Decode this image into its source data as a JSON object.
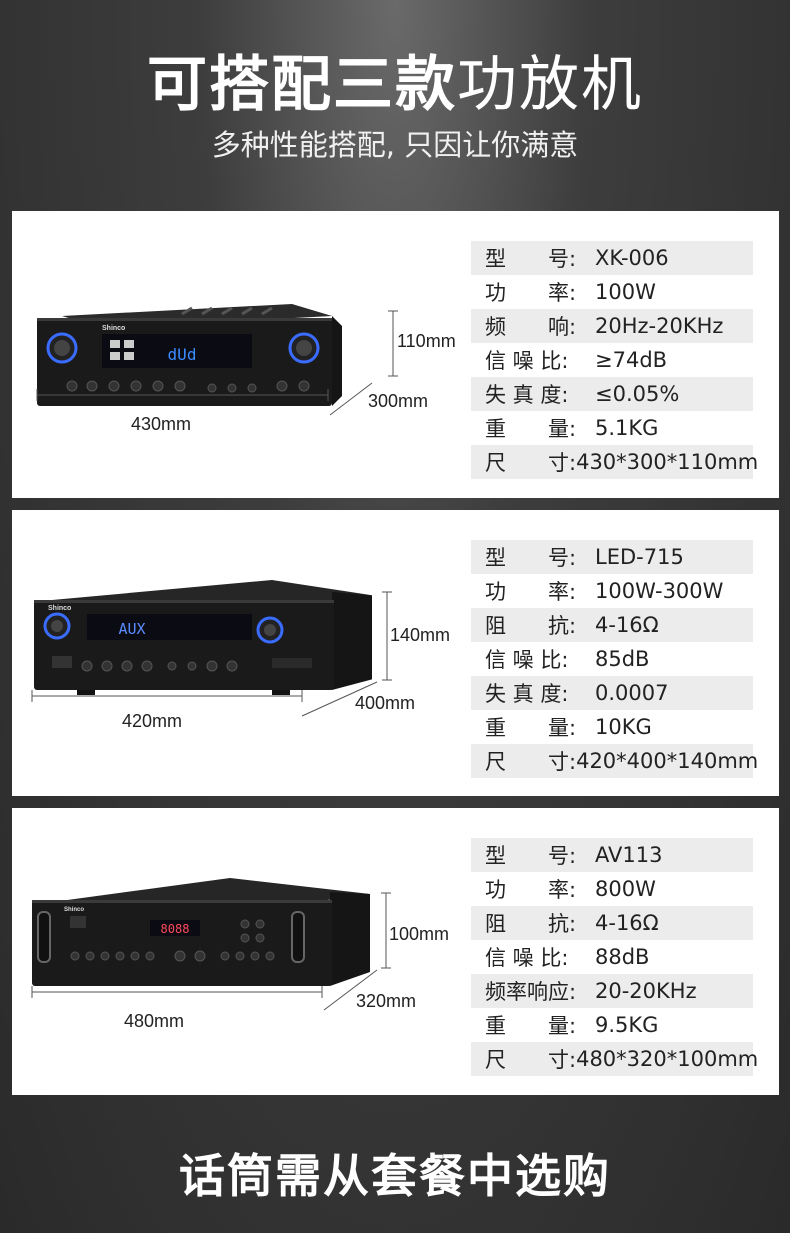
{
  "header": {
    "title_bold": "可搭配三款",
    "title_light": "功放机",
    "subtitle": "多种性能搭配, 只因让你满意"
  },
  "products": [
    {
      "brand": "Shinco",
      "display": "dUd",
      "dims": {
        "height": "110mm",
        "depth": "300mm",
        "width": "430mm"
      },
      "specs": [
        {
          "label": "型　　号:",
          "value": "XK-006"
        },
        {
          "label": "功　　率:",
          "value": "100W"
        },
        {
          "label": "频　　响:",
          "value": "20Hz-20KHz"
        },
        {
          "label": "信 噪 比:",
          "value": "≥74dB"
        },
        {
          "label": "失 真 度:",
          "value": "≤0.05%"
        },
        {
          "label": "重　　量:",
          "value": "5.1KG"
        },
        {
          "label": "尺　　寸:",
          "value": "430*300*110mm"
        }
      ]
    },
    {
      "brand": "Shinco",
      "display": "AUX",
      "dims": {
        "height": "140mm",
        "depth": "400mm",
        "width": "420mm"
      },
      "specs": [
        {
          "label": "型　　号:",
          "value": "LED-715"
        },
        {
          "label": "功　　率:",
          "value": "100W-300W"
        },
        {
          "label": "阻　　抗:",
          "value": "4-16Ω"
        },
        {
          "label": "信 噪 比:",
          "value": "85dB"
        },
        {
          "label": "失 真 度:",
          "value": "0.0007"
        },
        {
          "label": "重　　量:",
          "value": "10KG"
        },
        {
          "label": "尺　　寸:",
          "value": "420*400*140mm"
        }
      ]
    },
    {
      "brand": "Shinco",
      "display": "8088",
      "dims": {
        "height": "100mm",
        "depth": "320mm",
        "width": "480mm"
      },
      "specs": [
        {
          "label": "型　　号:",
          "value": "AV113"
        },
        {
          "label": "功　　率:",
          "value": "800W"
        },
        {
          "label": "阻　　抗:",
          "value": "4-16Ω"
        },
        {
          "label": "信 噪 比:",
          "value": "88dB"
        },
        {
          "label": "频率响应:",
          "value": "20-20KHz"
        },
        {
          "label": "重　　量:",
          "value": "9.5KG"
        },
        {
          "label": "尺　　寸:",
          "value": "480*320*100mm"
        }
      ]
    }
  ],
  "footer": {
    "text": "话筒需从套餐中选购"
  },
  "colors": {
    "knob_glow": "#3a6cff",
    "panel": "#1a1a1a"
  }
}
